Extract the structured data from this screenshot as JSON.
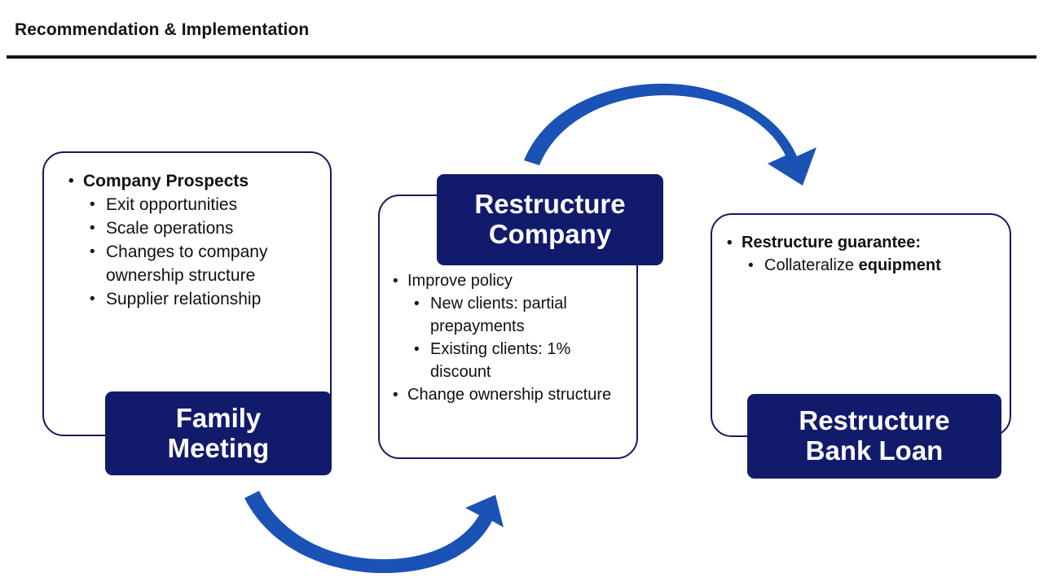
{
  "header": {
    "title": "Recommendation & Implementation"
  },
  "colors": {
    "badge_navy": "#121a6b",
    "box_border_navy": "#151b5e",
    "arrow_blue": "#1a52b5",
    "rule_black": "#121212",
    "text_black": "#111111"
  },
  "boxes": {
    "prospects": {
      "items": [
        {
          "text": "Company Prospects",
          "bold": true
        },
        {
          "text": "Exit opportunities",
          "bold": false
        },
        {
          "text": "Scale operations",
          "bold": false
        },
        {
          "text": "Changes to company ownership structure",
          "bold": false
        },
        {
          "text": "Supplier relationship",
          "bold": false
        }
      ]
    },
    "restructure_company": {
      "items": [
        {
          "text": "Improve policy",
          "bold": false
        },
        {
          "text": "New clients: partial prepayments",
          "bold": false
        },
        {
          "text": "Existing clients: 1% discount",
          "bold": false
        },
        {
          "text": "Change ownership structure",
          "bold": false
        }
      ]
    },
    "bank": {
      "items": [
        {
          "text": "Restructure guarantee:",
          "bold": true
        },
        {
          "text_prefix": "Collateralize ",
          "text_bold": "equipment"
        }
      ]
    }
  },
  "badges": {
    "family_meeting": {
      "line1": "Family",
      "line2": "Meeting"
    },
    "restructure_company": {
      "line1": "Restructure",
      "line2": "Company"
    },
    "restructure_bank_loan": {
      "line1": "Restructure",
      "line2": "Bank Loan"
    }
  },
  "arrows": {
    "top": {
      "name": "arc-arrow-right",
      "direction": "left-to-right-over-top"
    },
    "bottom": {
      "name": "arc-arrow-right",
      "direction": "left-to-right-under-bottom"
    }
  }
}
